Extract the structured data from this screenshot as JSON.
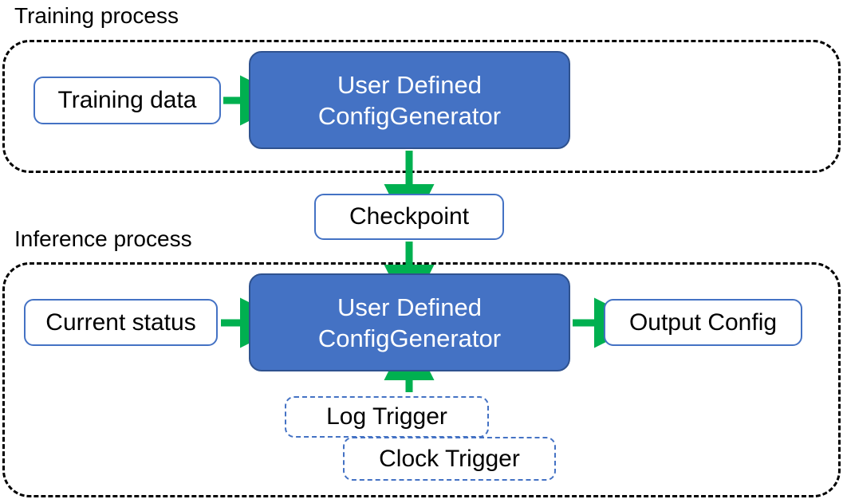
{
  "diagram": {
    "title_training": "Training process",
    "title_inference": "Inference process",
    "colors": {
      "process_fill": "#4472C4",
      "process_stroke": "#2F528F",
      "node_stroke": "#4472C4",
      "arrow": "#00B050",
      "group_stroke": "#000000",
      "text_dark": "#000000",
      "text_light": "#FFFFFF"
    },
    "nodes": {
      "training_data": "Training data",
      "train_generator_line1": "User Defined",
      "train_generator_line2": "ConfigGenerator",
      "checkpoint": "Checkpoint",
      "current_status": "Current status",
      "infer_generator_line1": "User Defined",
      "infer_generator_line2": "ConfigGenerator",
      "output_config": "Output Config",
      "log_trigger": "Log Trigger",
      "clock_trigger": "Clock Trigger"
    },
    "edges": [
      {
        "name": "training-data-to-generator",
        "from": "Training data",
        "to": "User Defined ConfigGenerator",
        "direction": "right"
      },
      {
        "name": "generator-to-checkpoint",
        "from": "User Defined ConfigGenerator",
        "to": "Checkpoint",
        "direction": "down"
      },
      {
        "name": "checkpoint-to-infer-generator",
        "from": "Checkpoint",
        "to": "User Defined ConfigGenerator",
        "direction": "down"
      },
      {
        "name": "current-status-to-infer-generator",
        "from": "Current status",
        "to": "User Defined ConfigGenerator",
        "direction": "right"
      },
      {
        "name": "infer-generator-to-output-config",
        "from": "User Defined ConfigGenerator",
        "to": "Output Config",
        "direction": "right"
      },
      {
        "name": "triggers-to-infer-generator",
        "from": "Log Trigger / Clock Trigger",
        "to": "User Defined ConfigGenerator",
        "direction": "up"
      }
    ]
  }
}
